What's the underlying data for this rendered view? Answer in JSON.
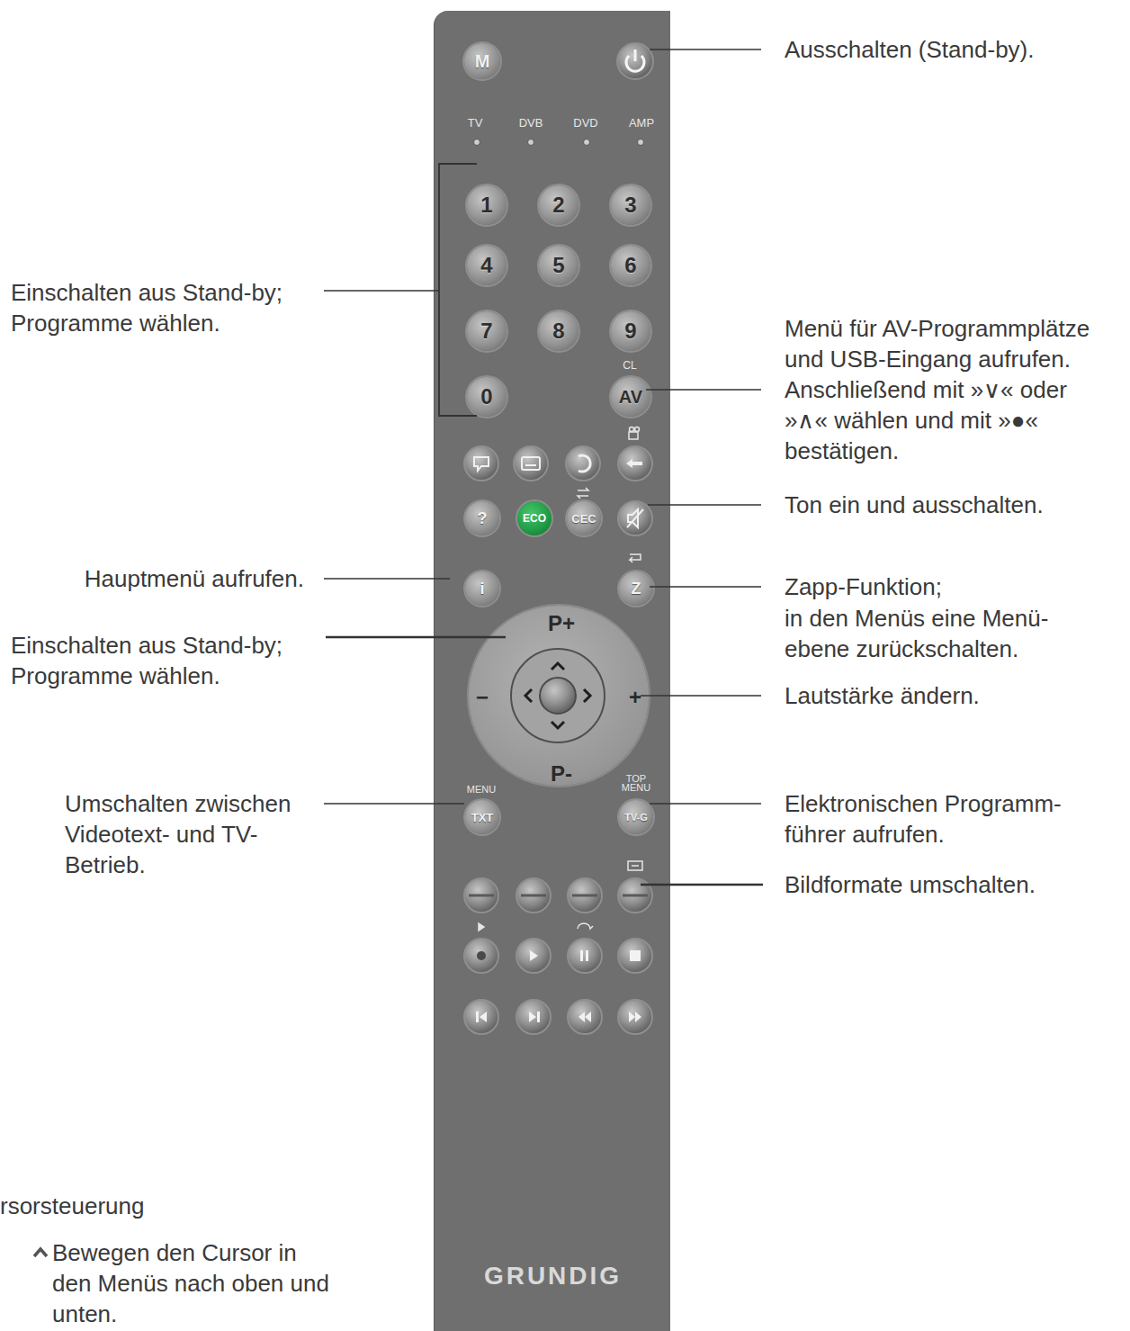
{
  "diagram": {
    "nodes": [
      {
        "text": [
          "GRUNDIG"
        ]
      },
      {
        "text": [
          "M"
        ],
        "in": 0
      },
      {
        "text": [
          "1"
        ],
        "in": 0
      },
      {
        "text": [
          "2"
        ],
        "in": 0
      },
      {
        "text": [
          "3"
        ],
        "in": 0
      },
      {
        "text": [
          "4"
        ],
        "in": 0
      },
      {
        "text": [
          "5"
        ],
        "in": 0
      },
      {
        "text": [
          "6"
        ],
        "in": 0
      },
      {
        "text": [
          "7"
        ],
        "in": 0
      },
      {
        "text": [
          "8"
        ],
        "in": 0
      },
      {
        "text": [
          "9"
        ],
        "in": 0
      },
      {
        "text": [
          "0"
        ],
        "in": 0
      },
      {
        "text": [
          "AV"
        ],
        "in": 0
      },
      {
        "text": [
          "?"
        ],
        "in": 0
      },
      {
        "text": [
          "ECO"
        ],
        "in": 0
      },
      {
        "text": [
          "CEC"
        ],
        "in": 0
      },
      {
        "text": [
          "i"
        ],
        "in": 0
      },
      {
        "text": [
          "Z"
        ],
        "in": 0
      },
      {
        "text": [
          "P+",
          "−",
          "+",
          "P-"
        ],
        "in": 0
      },
      {
        "text": [
          "TXT"
        ],
        "in": 0
      },
      {
        "text": [
          "TV-G"
        ],
        "in": 0
      }
    ],
    "labels": [
      "Ausschalten (Stand-by).",
      "Einschalten aus Stand-by; Programme wählen.",
      "Menü für AV-Programmplätze und USB-Eingang aufrufen. Anschließend mit »∨« oder »∧« wählen und mit »●« bestätigen.",
      "Ton ein und ausschalten.",
      "Hauptmenü aufrufen.",
      "Zapp-Funktion;",
      "in den Menüs eine Menü- ebene zurückschalten.",
      "Einschalten aus Stand-by; Programme wählen.",
      "Lautstärke ändern.",
      "Umschalten zwischen Videotext- und TV- Betrieb.",
      "Elektronischen Programm- führer aufrufen.",
      "Bildformate umschalten.",
      "rsorsteuerung",
      "Bewegen den Cursor in den Menüs nach oben und unten.",
      "TV",
      "DVB",
      "DVD",
      "AMP",
      "CL",
      "MENU",
      "TOP MENU"
    ]
  }
}
